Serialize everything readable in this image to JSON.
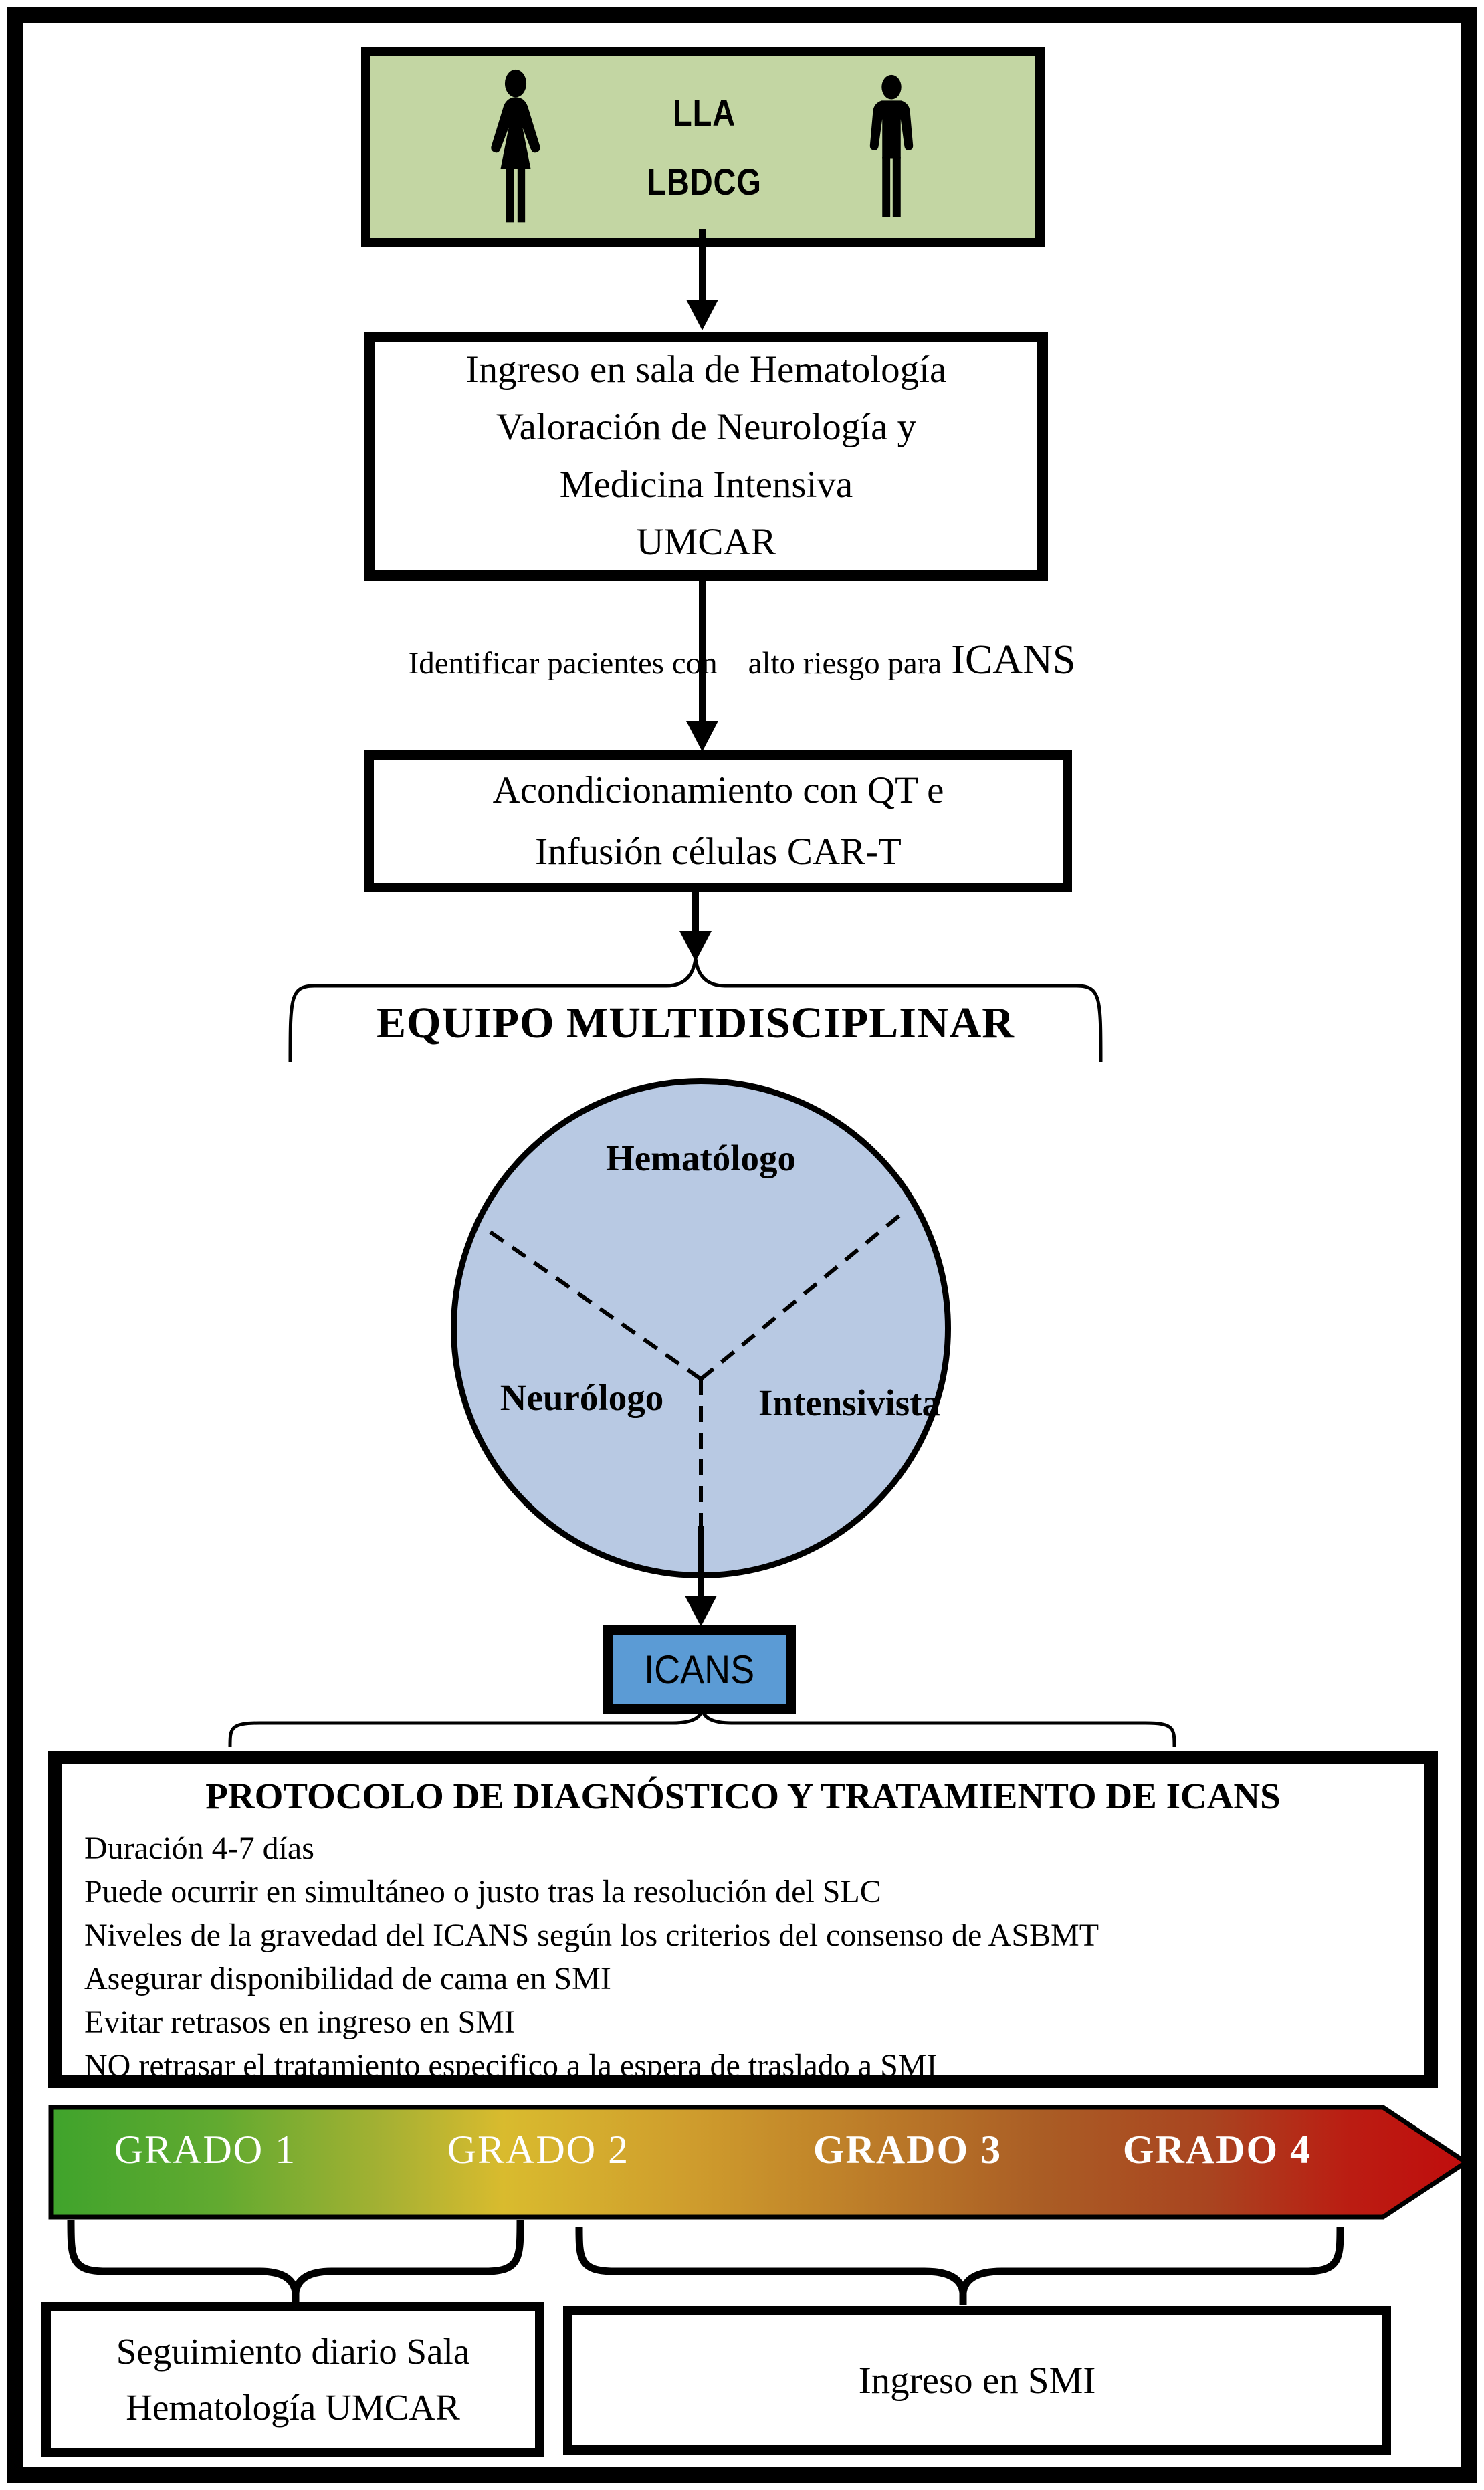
{
  "patient_box": {
    "diagnosis1": "LLA",
    "diagnosis2": "LBDCG"
  },
  "admission_box": {
    "lines": [
      "Ingreso en sala de Hematología",
      "Valoración de Neurología y",
      "Medicina Intensiva",
      "UMCAR"
    ]
  },
  "risk_note": {
    "part1": "Identificar pacientes con",
    "part2": "alto riesgo para",
    "highlight": "ICANS"
  },
  "conditioning_box": {
    "lines": [
      "Acondicionamiento con QT e",
      "Infusión células CAR-T"
    ]
  },
  "team": {
    "brace_label": "EQUIPO MULTIDISCIPLINAR",
    "top": "Hematólogo",
    "left": "Neurólogo",
    "right": "Intensivista"
  },
  "icans_label": "ICANS",
  "protocol_box": {
    "title": "PROTOCOLO DE DIAGNÓSTICO Y TRATAMIENTO DE ICANS",
    "lines": [
      "Duración 4-7 días",
      "Puede ocurrir en simultáneo o justo tras la resolución del SLC",
      "Niveles de la gravedad del ICANS según los criterios del consenso de ASBMT",
      "Asegurar disponibilidad de cama en SMI",
      "Evitar retrasos en ingreso en SMI",
      "NO retrasar el tratamiento especifico a la espera de traslado a SMI"
    ]
  },
  "grade_arrow": {
    "grades": [
      "GRADO 1",
      "GRADO 2",
      "GRADO 3",
      "GRADO 4"
    ]
  },
  "followup_box": {
    "lines": [
      "Seguimiento diario Sala",
      "Hematología UMCAR"
    ]
  },
  "smi_box": {
    "label": "Ingreso en SMI"
  },
  "colors": {
    "patient_green": "#c3d6a3",
    "circle_blue": "#b8c9e3",
    "icans_blue": "#5b9bd5",
    "grade_gradient_start": "#3fa32c",
    "grade_gradient_mid": "#d9bb2e",
    "grade_gradient_end": "#c00d0d"
  }
}
